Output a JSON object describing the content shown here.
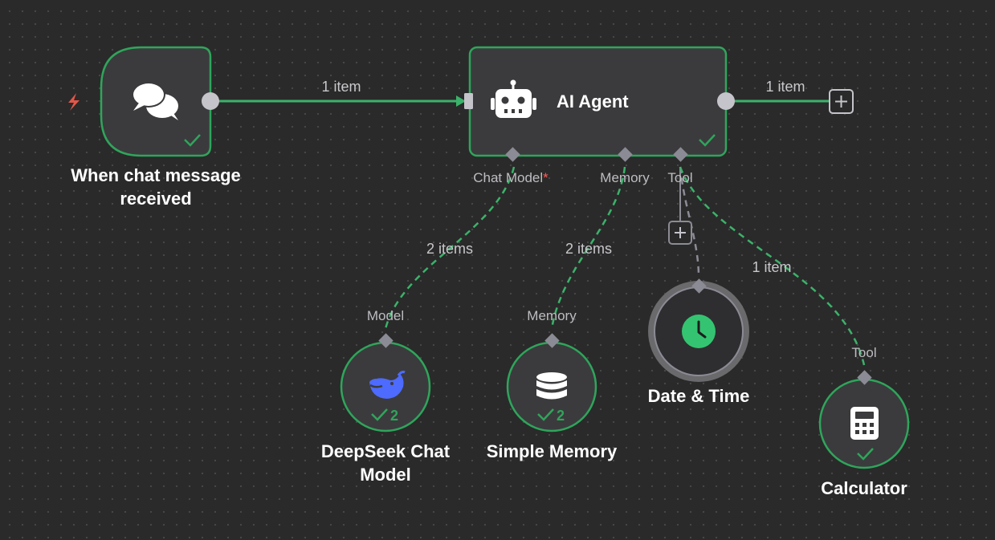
{
  "nodes": {
    "trigger": {
      "label": "When chat message received",
      "status": "success"
    },
    "agent": {
      "label": "AI Agent",
      "status": "success"
    },
    "deepseek": {
      "label": "DeepSeek Chat Model",
      "run_count": "2"
    },
    "memory": {
      "label": "Simple Memory",
      "run_count": "2"
    },
    "datetime": {
      "label": "Date & Time"
    },
    "calculator": {
      "label": "Calculator",
      "status": "success"
    }
  },
  "connectors": {
    "agent_chat_model": "Chat Model",
    "agent_chat_model_required": "*",
    "agent_memory": "Memory",
    "agent_tool": "Tool",
    "deepseek_model": "Model",
    "memory_memory": "Memory",
    "calculator_tool": "Tool"
  },
  "edges": {
    "trigger_to_agent": "1 item",
    "agent_output": "1 item",
    "chat_model": "2 items",
    "memory": "2 items",
    "calculator": "1 item"
  },
  "icons": {
    "trigger": "chat-bubbles-icon",
    "trigger_badge": "lightning-icon",
    "agent": "robot-icon",
    "deepseek": "deepseek-whale-icon",
    "memory": "database-icon",
    "datetime": "clock-icon",
    "calculator": "calculator-icon",
    "add": "plus-icon",
    "success": "checkmark-icon"
  },
  "colors": {
    "canvas": "#2a2a2a",
    "node_fill": "#3b3b3d",
    "success_green": "#2fa55b",
    "main_edge": "#3bb26a",
    "handle_grey": "#c4c4ca",
    "diamond_grey": "#8b8b95",
    "trigger_red": "#e1574a",
    "deepseek_blue": "#4d6bfe",
    "clock_green": "#34c471",
    "datetime_ring": "#6a6a6c"
  }
}
